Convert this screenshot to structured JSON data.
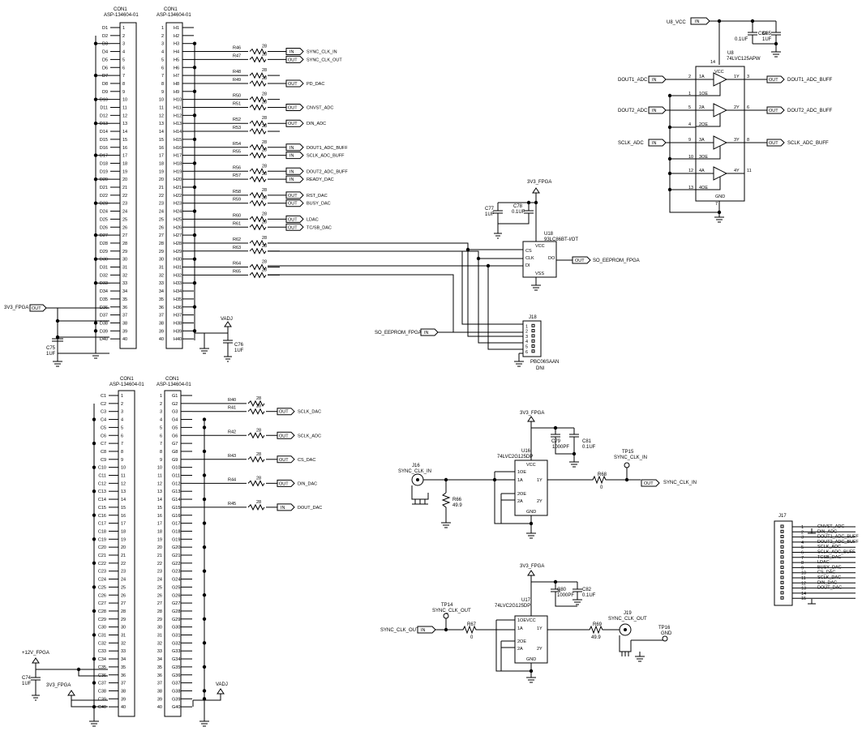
{
  "top_connector": {
    "left": {
      "ref": "CON1",
      "part": "ASP-134604-01",
      "prefix": "D",
      "count": 40
    },
    "right": {
      "ref": "CON1",
      "part": "ASP-134604-01",
      "prefix": "H",
      "count": 40
    }
  },
  "bottom_connector": {
    "left": {
      "ref": "CON1",
      "part": "ASP-134604-01",
      "prefix": "C",
      "count": 40
    },
    "right": {
      "ref": "CON1",
      "part": "ASP-134604-01",
      "prefix": "G",
      "count": 40
    }
  },
  "h_nets": [
    {
      "pin": 4,
      "res": "R46",
      "val": "28",
      "dir": "IN",
      "net": "SYNC_CLK_IN"
    },
    {
      "pin": 5,
      "res": "R47",
      "val": "28",
      "dir": "OUT",
      "net": "SYNC_CLK_OUT"
    },
    {
      "pin": 7,
      "res": "R48",
      "val": "28",
      "dir": "",
      "net": ""
    },
    {
      "pin": 8,
      "res": "R49",
      "val": "28",
      "dir": "OUT",
      "net": "PD_DAC"
    },
    {
      "pin": 10,
      "res": "R50",
      "val": "28",
      "dir": "",
      "net": ""
    },
    {
      "pin": 11,
      "res": "R51",
      "val": "28",
      "dir": "OUT",
      "net": "CNVST_ADC"
    },
    {
      "pin": 13,
      "res": "R52",
      "val": "28",
      "dir": "OUT",
      "net": "DIN_ADC"
    },
    {
      "pin": 14,
      "res": "R53",
      "val": "28",
      "dir": "",
      "net": ""
    },
    {
      "pin": 16,
      "res": "R54",
      "val": "28",
      "dir": "IN",
      "net": "DOUT1_ADC_BUFF"
    },
    {
      "pin": 17,
      "res": "R55",
      "val": "28",
      "dir": "IN",
      "net": "SCLK_ADC_BUFF"
    },
    {
      "pin": 19,
      "res": "R56",
      "val": "28",
      "dir": "IN",
      "net": "DOUT2_ADC_BUFF"
    },
    {
      "pin": 20,
      "res": "R57",
      "val": "28",
      "dir": "IN",
      "net": "READY_DAC"
    },
    {
      "pin": 22,
      "res": "R58",
      "val": "28",
      "dir": "OUT",
      "net": "RST_DAC"
    },
    {
      "pin": 23,
      "res": "R59",
      "val": "28",
      "dir": "OUT",
      "net": "BUSY_DAC"
    },
    {
      "pin": 25,
      "res": "R60",
      "val": "28",
      "dir": "OUT",
      "net": "LDAC"
    },
    {
      "pin": 26,
      "res": "R61",
      "val": "28",
      "dir": "OUT",
      "net": "TC/SB_DAC"
    },
    {
      "pin": 28,
      "res": "R62",
      "val": "28",
      "dir": "",
      "net": ""
    },
    {
      "pin": 29,
      "res": "R63",
      "val": "28",
      "dir": "",
      "net": ""
    },
    {
      "pin": 31,
      "res": "R64",
      "val": "28",
      "dir": "",
      "net": ""
    },
    {
      "pin": 32,
      "res": "R65",
      "val": "28",
      "dir": "",
      "net": ""
    }
  ],
  "g_nets": [
    {
      "pin": 2,
      "res": "R40",
      "val": "28",
      "dir": "",
      "net": ""
    },
    {
      "pin": 3,
      "res": "R41",
      "val": "28",
      "dir": "OUT",
      "net": "SCLK_DAC"
    },
    {
      "pin": 6,
      "res": "R42",
      "val": "28",
      "dir": "OUT",
      "net": "SCLK_ADC"
    },
    {
      "pin": 9,
      "res": "R43",
      "val": "28",
      "dir": "OUT",
      "net": "CS_DAC"
    },
    {
      "pin": 12,
      "res": "R44",
      "val": "28",
      "dir": "OUT",
      "net": "DIN_DAC"
    },
    {
      "pin": 15,
      "res": "R45",
      "val": "28",
      "dir": "IN",
      "net": "DOUT_DAC"
    }
  ],
  "labels": {
    "v3_fpga": "3V3_FPGA",
    "out": "OUT",
    "in": "IN",
    "vadj": "VADJ",
    "v12": "+12V_FPGA",
    "c75": "C75",
    "c75v": "1UF",
    "c76": "C76",
    "c76v": "1UF",
    "c74": "C74",
    "c74v": "1UF",
    "u8vcc": "U8_VCC",
    "c84": "C84",
    "c84v": "0.1UF",
    "c85": "C85",
    "c85v": "1UF",
    "u8": "U8",
    "u8p": "74LVC125APW",
    "vcc": "VCC",
    "gnd": "GND",
    "p14": "14",
    "p7": "7",
    "dout1": "DOUT1_ADC",
    "dout2": "DOUT2_ADC",
    "sclkadc": "SCLK_ADC",
    "dout1b": "DOUT1_ADC_BUFF",
    "dout2b": "DOUT2_ADC_BUFF",
    "sclkb": "SCLK_ADC_BUFF",
    "c77": "C77",
    "c77v": "1UF",
    "c78": "C78",
    "c78v": "0.1UF",
    "u18": "U18",
    "u18p": "93LC86BT-I/OT",
    "cs": "CS",
    "clk": "CLK",
    "di": "DI",
    "do": "DO",
    "vss": "VSS",
    "soee": "SO_EEPROM_FPGA",
    "j18": "J18",
    "j18p": "PBC06SAAN",
    "dni": "DNI",
    "u16": "U16",
    "u17": "U17",
    "u16p": "74LVC2G125DP",
    "c79": "C79",
    "c79v": "1000PF",
    "c81": "C81",
    "c81v": "0.1UF",
    "c80": "C80",
    "c80v": "1000PF",
    "c82": "C82",
    "c82v": "0.1UF",
    "j16": "J16",
    "syncin": "SYNC_CLK_IN",
    "syncout": "SYNC_CLK_OUT",
    "r66": "R66",
    "r66v": "49.9",
    "r68": "R68",
    "r68v": "0",
    "r67": "R67",
    "r67v": "0",
    "r69": "R69",
    "r69v": "49.9",
    "tp15": "TP15",
    "tp14": "TP14",
    "tp16": "TP16",
    "j19": "J19",
    "oe1": "1OE",
    "oe2": "2OE",
    "a1": "1A",
    "a2": "2A",
    "y1": "1Y",
    "y2": "2Y",
    "j17": "J17"
  },
  "u8_gates": [
    {
      "in": "1A",
      "oe": "1OE",
      "out": "1Y",
      "pi": "2",
      "po": "3",
      "poe": "1"
    },
    {
      "in": "2A",
      "oe": "2OE",
      "out": "2Y",
      "pi": "5",
      "po": "6",
      "poe": "4"
    },
    {
      "in": "3A",
      "oe": "3OE",
      "out": "3Y",
      "pi": "9",
      "po": "8",
      "poe": "10"
    },
    {
      "in": "4A",
      "oe": "4OE",
      "out": "4Y",
      "pi": "12",
      "po": "11",
      "poe": "13"
    }
  ],
  "j17_nets": [
    "CNVST_ADC",
    "DIN_ADC",
    "DOUT1_ADC_BUFF",
    "DOUT2_ADC_BUFF",
    "SCLK_ADC",
    "SCLK_ADC_BUFF",
    "TCSB_DAC",
    "LDAC",
    "BUSY_DAC",
    "CS_DAC",
    "SCLK_DAC",
    "DIN_DAC",
    "DOUT_DAC",
    "",
    ""
  ]
}
